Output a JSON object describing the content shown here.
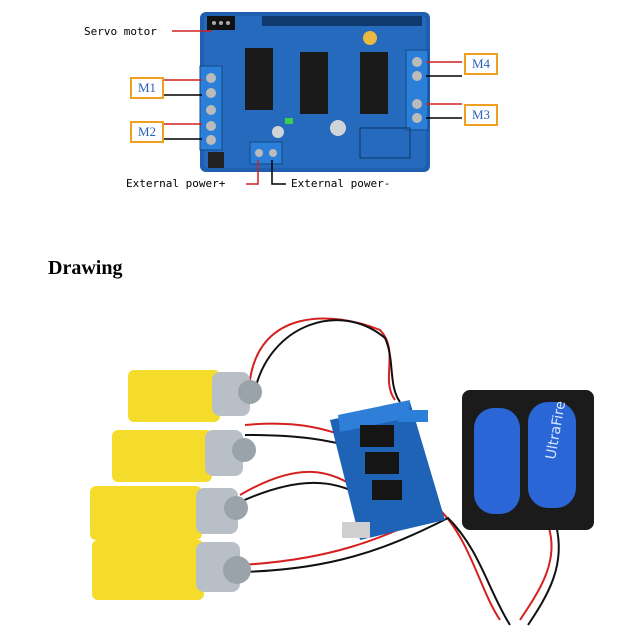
{
  "diagram": {
    "servo_label": "Servo motor",
    "ext_plus_label": "External power+",
    "ext_minus_label": "External power-",
    "m1": "M1",
    "m2": "M2",
    "m3": "M3",
    "m4": "M4"
  },
  "section": {
    "heading": "Drawing"
  },
  "photo": {
    "battery_brand": "UltraFire"
  }
}
